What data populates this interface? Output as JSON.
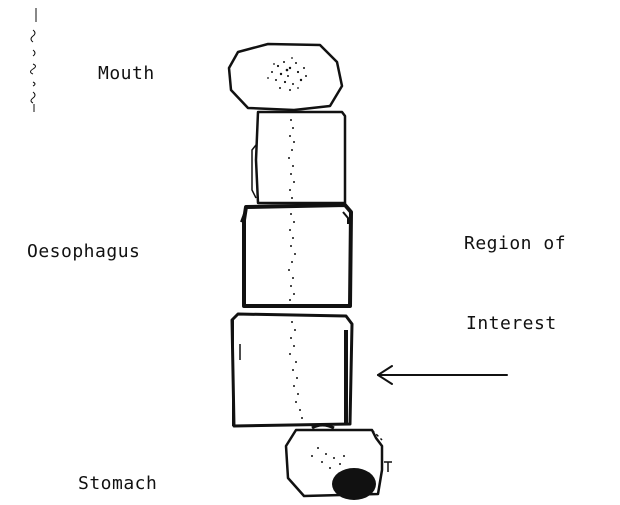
{
  "labels": {
    "mouth": "Mouth",
    "oesophagus": "Oesophagus",
    "region_line1": "Region of",
    "region_line2": "Interest",
    "stomach": "Stomach"
  },
  "colors": {
    "ink": "#111111",
    "background": "#ffffff"
  },
  "icons": {
    "pointer": "left-arrow-icon",
    "edge_scribble": "scribble-mark"
  }
}
